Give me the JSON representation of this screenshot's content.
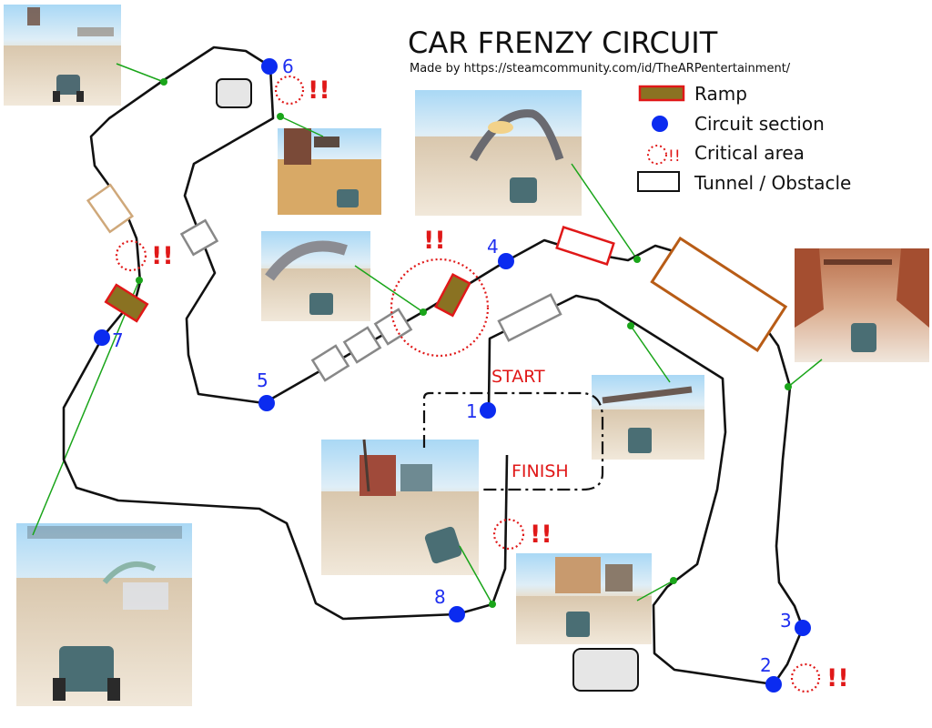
{
  "title": "CAR FRENZY CIRCUIT",
  "credit": "Made by https://steamcommunity.com/id/TheARPentertainment/",
  "legend": {
    "ramp": "Ramp",
    "section": "Circuit section",
    "critical": "Critical area",
    "tunnel": "Tunnel / Obstacle"
  },
  "critical_mark": "!!",
  "labels": {
    "start": "START",
    "finish": "FINISH"
  },
  "sections": [
    "1",
    "2",
    "3",
    "4",
    "5",
    "6",
    "7",
    "8"
  ],
  "colors": {
    "track": "#111111",
    "section_dot": "#0b2bf0",
    "critical": "#e01818",
    "ramp_fill": "#8a7222",
    "ramp_border": "#e01818",
    "connector": "#1aa51a",
    "tunnel_gray": "#888888",
    "tunnel_orange": "#b85c16",
    "tunnel_tan": "#cfa87a",
    "obstacle_fill": "#e6e6e6"
  },
  "screenshots": [
    "screenshot-hilltop-ruins",
    "screenshot-shipwreck",
    "screenshot-claw-gate",
    "screenshot-arch-jump",
    "screenshot-rocky-canyon",
    "screenshot-rail-bridge",
    "screenshot-start-village",
    "screenshot-checkpoint-gate",
    "screenshot-shacks"
  ]
}
